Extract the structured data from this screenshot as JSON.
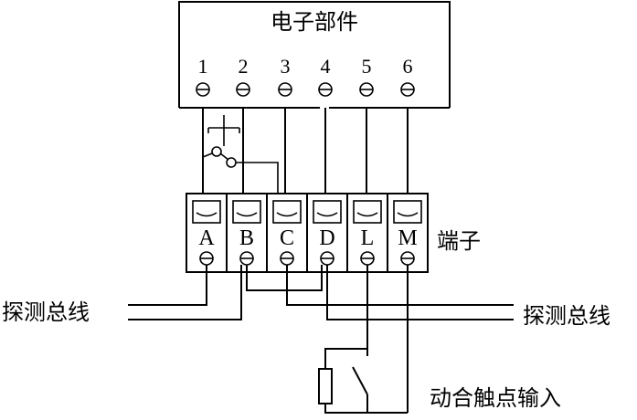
{
  "electronic_part": {
    "title": "电子部件",
    "pins": [
      "1",
      "2",
      "3",
      "4",
      "5",
      "6"
    ]
  },
  "terminal_block": {
    "label": "端子",
    "terminals": [
      "A",
      "B",
      "C",
      "D",
      "L",
      "M"
    ]
  },
  "bus_left_label": "探测总线",
  "bus_right_label": "探测总线",
  "input_label": "动合触点输入"
}
